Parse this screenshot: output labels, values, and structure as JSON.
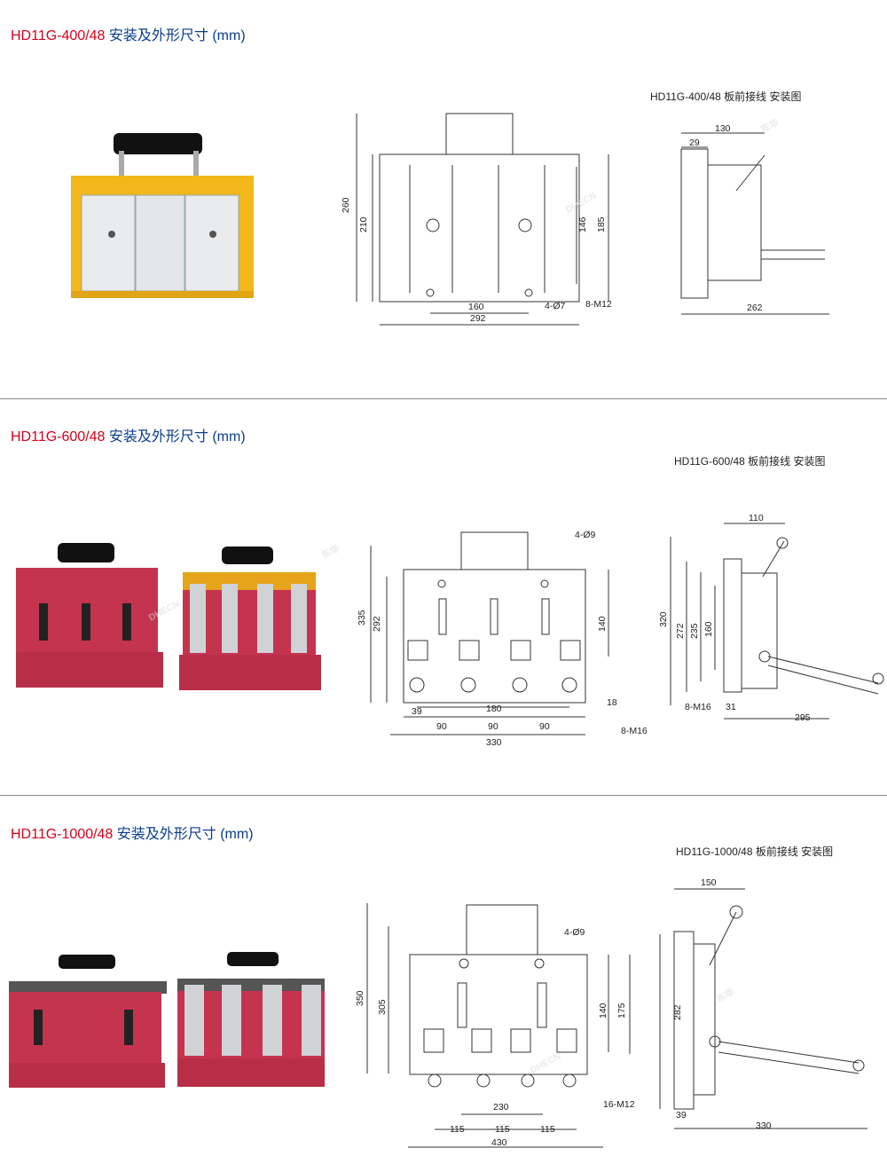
{
  "sections": [
    {
      "model": "HD11G-400/48",
      "desc": " 安装及外形尺寸 (mm)",
      "drawing_title": "HD11G-400/48 板前接线 安装图",
      "front_dims": {
        "h_outer": "260",
        "h_inner": "210",
        "h_mid": "146",
        "h_right": "185",
        "w_holes": "160",
        "w_total": "292",
        "holes": "4-Ø7",
        "bolts": "8-M12"
      },
      "side_dims": {
        "top": "130",
        "top_small": "29",
        "depth": "262"
      }
    },
    {
      "model": "HD11G-600/48",
      "desc": " 安装及外形尺寸 (mm)",
      "drawing_title": "HD11G-600/48 板前接线 安装图",
      "front_dims": {
        "holes": "4-Ø9",
        "h_outer": "335",
        "h_inner": "292",
        "h_mid": "140",
        "w_mid": "180",
        "pitch1": "90",
        "pitch2": "90",
        "pitch3": "90",
        "left_off": "39",
        "right_off": "18",
        "w_total": "330",
        "bolts": "8-M16"
      },
      "side_dims": {
        "top": "110",
        "h1": "320",
        "h2": "272",
        "h3": "235",
        "h4": "160",
        "bolts": "8-M16",
        "off": "31",
        "depth": "295"
      }
    },
    {
      "model": "HD11G-1000/48",
      "desc": " 安装及外形尺寸 (mm)",
      "drawing_title": "HD11G-1000/48 板前接线 安装图",
      "front_dims": {
        "holes": "4-Ø9",
        "h_outer": "350",
        "h_inner": "305",
        "h_mid": "140",
        "h_right": "175",
        "w_mid": "230",
        "pitch1": "115",
        "pitch2": "115",
        "pitch3": "115",
        "w_total": "430",
        "bolts": "16-M12"
      },
      "side_dims": {
        "top": "150",
        "h1": "282",
        "off": "39",
        "depth": "330"
      }
    }
  ],
  "watermark": {
    "brand": "DHECN",
    "cn": "东华"
  },
  "colors": {
    "model_red": "#d6001c",
    "desc_blue": "#0a3d8f",
    "yellow_body": "#f2b71a",
    "red_body": "#c5344f"
  }
}
